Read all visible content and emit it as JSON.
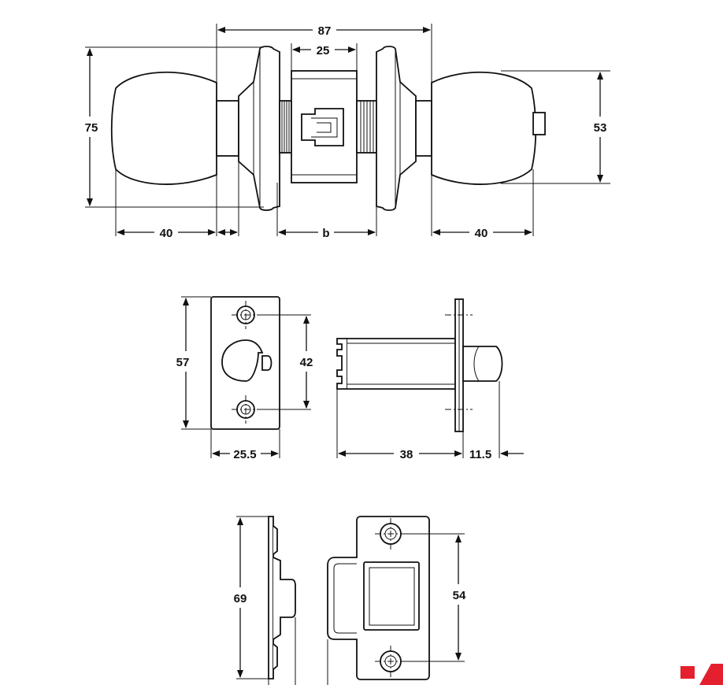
{
  "dimensions": {
    "knob_overall_width": "87",
    "cylinder_width": "25",
    "knob_height_left": "75",
    "knob_height_right": "53",
    "knob_depth_left": "40",
    "door_thickness": "b",
    "knob_depth_right": "40",
    "faceplate_height": "57",
    "faceplate_hole_spacing": "42",
    "faceplate_width": "25.5",
    "backset": "38",
    "latch_projection": "11.5",
    "strike_height": "69",
    "strike_hole_spacing": "54"
  },
  "colors": {
    "line": "#111111",
    "logo_red": "#e4202e"
  },
  "icons": {
    "logo": "brand-logo-icon"
  }
}
